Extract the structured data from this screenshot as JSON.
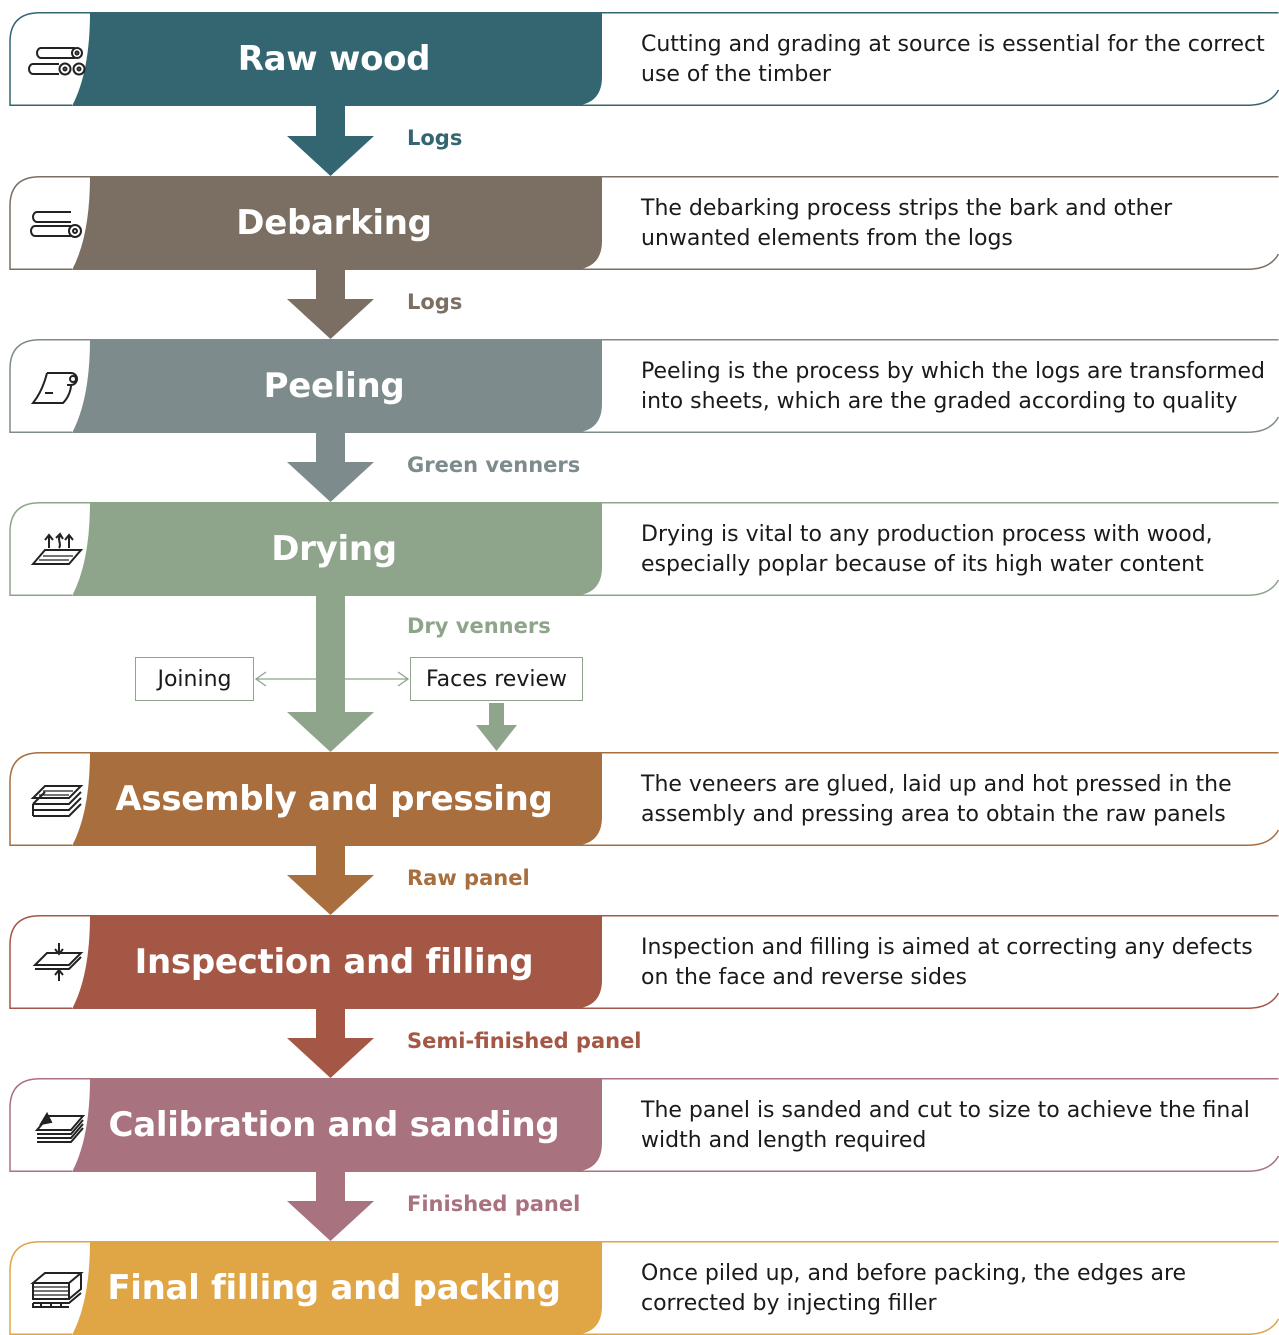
{
  "stages": [
    {
      "title": "Raw wood",
      "description": "Cutting and grading at source is essential for the correct use of the timber",
      "color": "#336671",
      "icon": "logs-stack-icon"
    },
    {
      "title": "Debarking",
      "description": "The debarking process strips the bark and other unwanted elements from the logs",
      "color": "#7a6f62",
      "icon": "logs-icon"
    },
    {
      "title": "Peeling",
      "description": "Peeling is the process by which the logs are transformed into sheets, which are the graded according to quality",
      "color": "#7e8b8d",
      "icon": "veneer-roll-icon"
    },
    {
      "title": "Drying",
      "description": "Drying is vital to any production process with wood, especially poplar because of its high water content",
      "color": "#8ea58b",
      "icon": "drying-sheet-icon"
    },
    {
      "title": "Assembly and pressing",
      "description": "The veneers are glued, laid up and hot pressed in the assembly and pressing area to obtain the raw panels",
      "color": "#a86e3e",
      "icon": "stacked-sheets-icon"
    },
    {
      "title": "Inspection and filling",
      "description": "Inspection and filling is aimed at correcting any defects on the face and reverse sides",
      "color": "#a45745",
      "icon": "press-panel-icon"
    },
    {
      "title": "Calibration and sanding",
      "description": "The panel is sanded and cut to size to achieve the final width and length required",
      "color": "#a8727e",
      "icon": "sanding-panel-icon"
    },
    {
      "title": "Final filling and packing",
      "description": "Once piled up, and before packing, the edges are corrected by injecting filler",
      "color": "#e0a545",
      "icon": "pallet-stack-icon"
    }
  ],
  "connectors": [
    {
      "label": "Logs",
      "color": "#336671"
    },
    {
      "label": "Logs",
      "color": "#7a6f62"
    },
    {
      "label": "Green venners",
      "color": "#7e8b8d"
    },
    {
      "label": "Dry venners",
      "color": "#8ea58b"
    },
    {
      "label": "Raw panel",
      "color": "#a86e3e"
    },
    {
      "label": "Semi-finished panel",
      "color": "#a45745"
    },
    {
      "label": "Finished panel",
      "color": "#a8727e"
    }
  ],
  "side_steps": {
    "joining": "Joining",
    "faces_review": "Faces review",
    "color": "#8ea58b"
  }
}
